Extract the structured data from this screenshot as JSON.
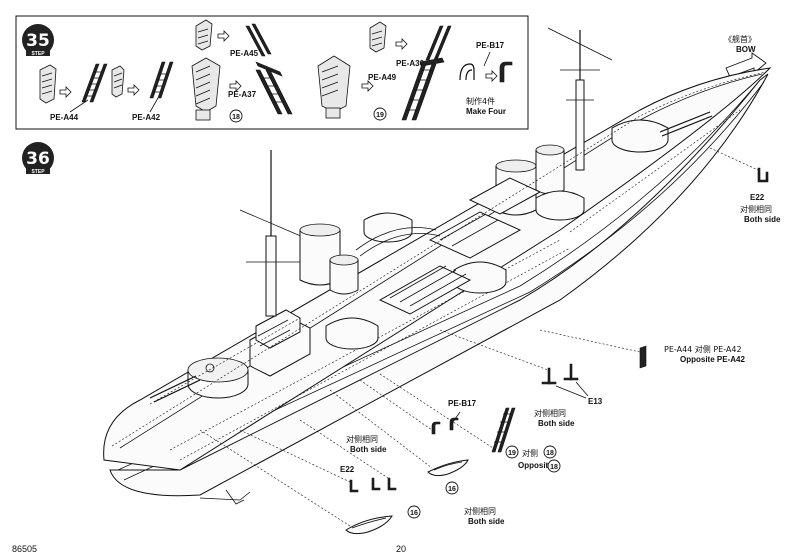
{
  "steps": {
    "step35": {
      "number": "35",
      "word": "STEP"
    },
    "step36": {
      "number": "36",
      "word": "STEP"
    }
  },
  "step35_labels": {
    "pe_a44": "PE-A44",
    "pe_a42": "PE-A42",
    "pe_a45": "PE-A45",
    "pe_a37": "PE-A37",
    "pe_a30": "PE-A30",
    "pe_a49": "PE-A49",
    "pe_b17": "PE-B17",
    "circle_18": "18",
    "circle_19": "19",
    "make_four_cn": "制作4件",
    "make_four_en": "Make Four"
  },
  "step36_labels": {
    "bow_cn": "《舰首》",
    "bow_en": "BOW",
    "e22_top": "E22",
    "both_side_top_cn": "对侧相同",
    "both_side_top_en": "Both side",
    "pe_a44_cn": "PE-A44  对侧 PE-A42",
    "opposite_pe_a42": "Opposite PE-A42",
    "e13": "E13",
    "both_side_mid_cn": "对侧相同",
    "both_side_mid_en": "Both side",
    "pe_b17": "PE-B17",
    "circle_19": "19",
    "opposite_cn": "对侧",
    "circle_18a": "18",
    "opposite_en": "Opposite",
    "circle_18b": "18",
    "both_side_left_cn": "对侧相同",
    "both_side_left_en": "Both side",
    "e22_left": "E22",
    "circle_16a": "16",
    "circle_16b": "16",
    "both_side_bottom_cn": "对侧相同",
    "both_side_bottom_en": "Both side"
  },
  "footer": {
    "code": "86505",
    "page": "20"
  }
}
